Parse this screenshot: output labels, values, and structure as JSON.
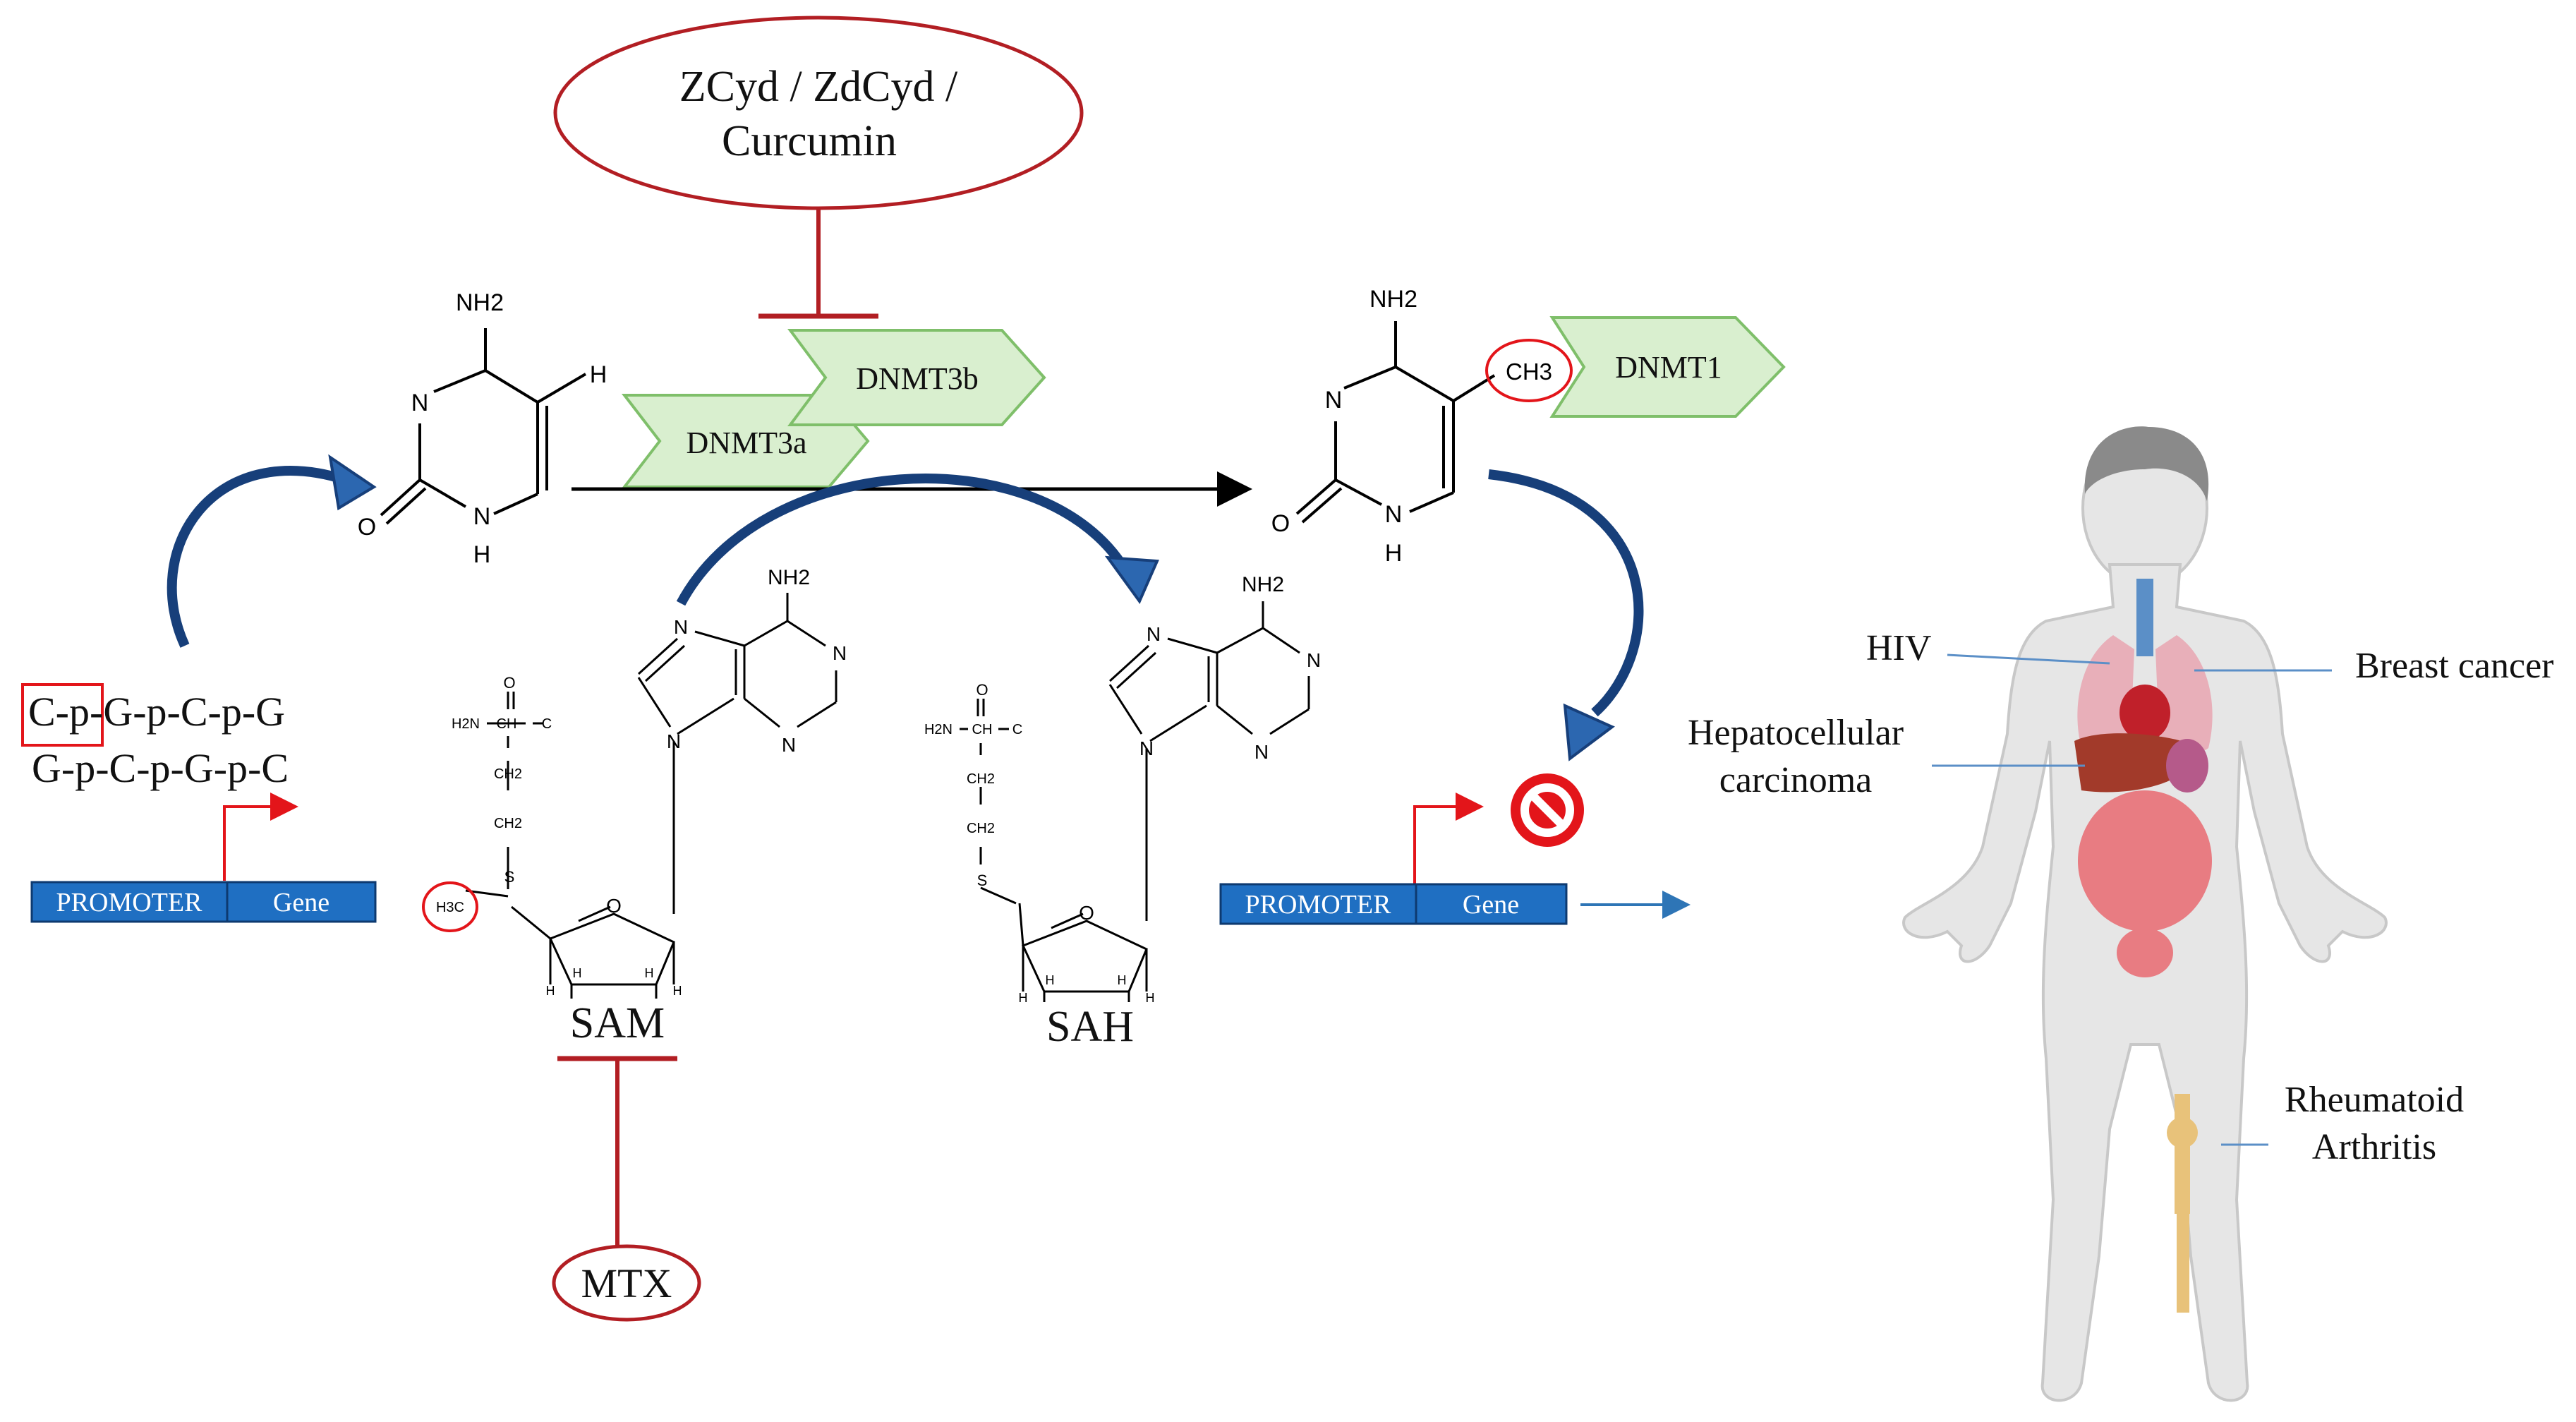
{
  "inhibitors": {
    "top_line1": "ZCyd / ZdCyd /",
    "top_line2": "Curcumin",
    "bottom": "MTX"
  },
  "enzymes": {
    "dnmt3a": "DNMT3a",
    "dnmt3b": "DNMT3b",
    "dnmt1": "DNMT1"
  },
  "cpg": {
    "strand_top": "C-p-G-p-C-p-G",
    "strand_bottom": "G-p-C-p-G-p-C"
  },
  "genes": {
    "promoter": "PROMOTER",
    "gene": "Gene"
  },
  "cytosine": {
    "nh2": "NH2",
    "n": "N",
    "h": "H",
    "o": "O",
    "ch3": "CH3"
  },
  "sam": {
    "label": "SAM",
    "h3c": "H3C",
    "h2n": "H2N",
    "ch": "CH",
    "c": "C",
    "ch2": "CH2",
    "s": "S",
    "o": "O",
    "n": "N",
    "nh2": "NH2",
    "h": "H"
  },
  "sah": {
    "label": "SAH"
  },
  "diseases": {
    "hiv": "HIV",
    "breast": "Breast cancer",
    "hcc_line1": "Hepatocellular",
    "hcc_line2": "carcinoma",
    "ra_line1": "Rheumatoid",
    "ra_line2": "Arthritis"
  },
  "colors": {
    "inhibit_red": "#b21e23",
    "promoter_blue": "#1f6fc2",
    "arrow_navy": "#173f7a",
    "enzyme_green_fill": "#d9efcf",
    "enzyme_green_stroke": "#7fbf6a",
    "stop_red": "#e3151a",
    "body_grey": "#d0d0d0"
  },
  "icons": {
    "blocked": "no-entry-icon",
    "human": "human-body-icon"
  }
}
